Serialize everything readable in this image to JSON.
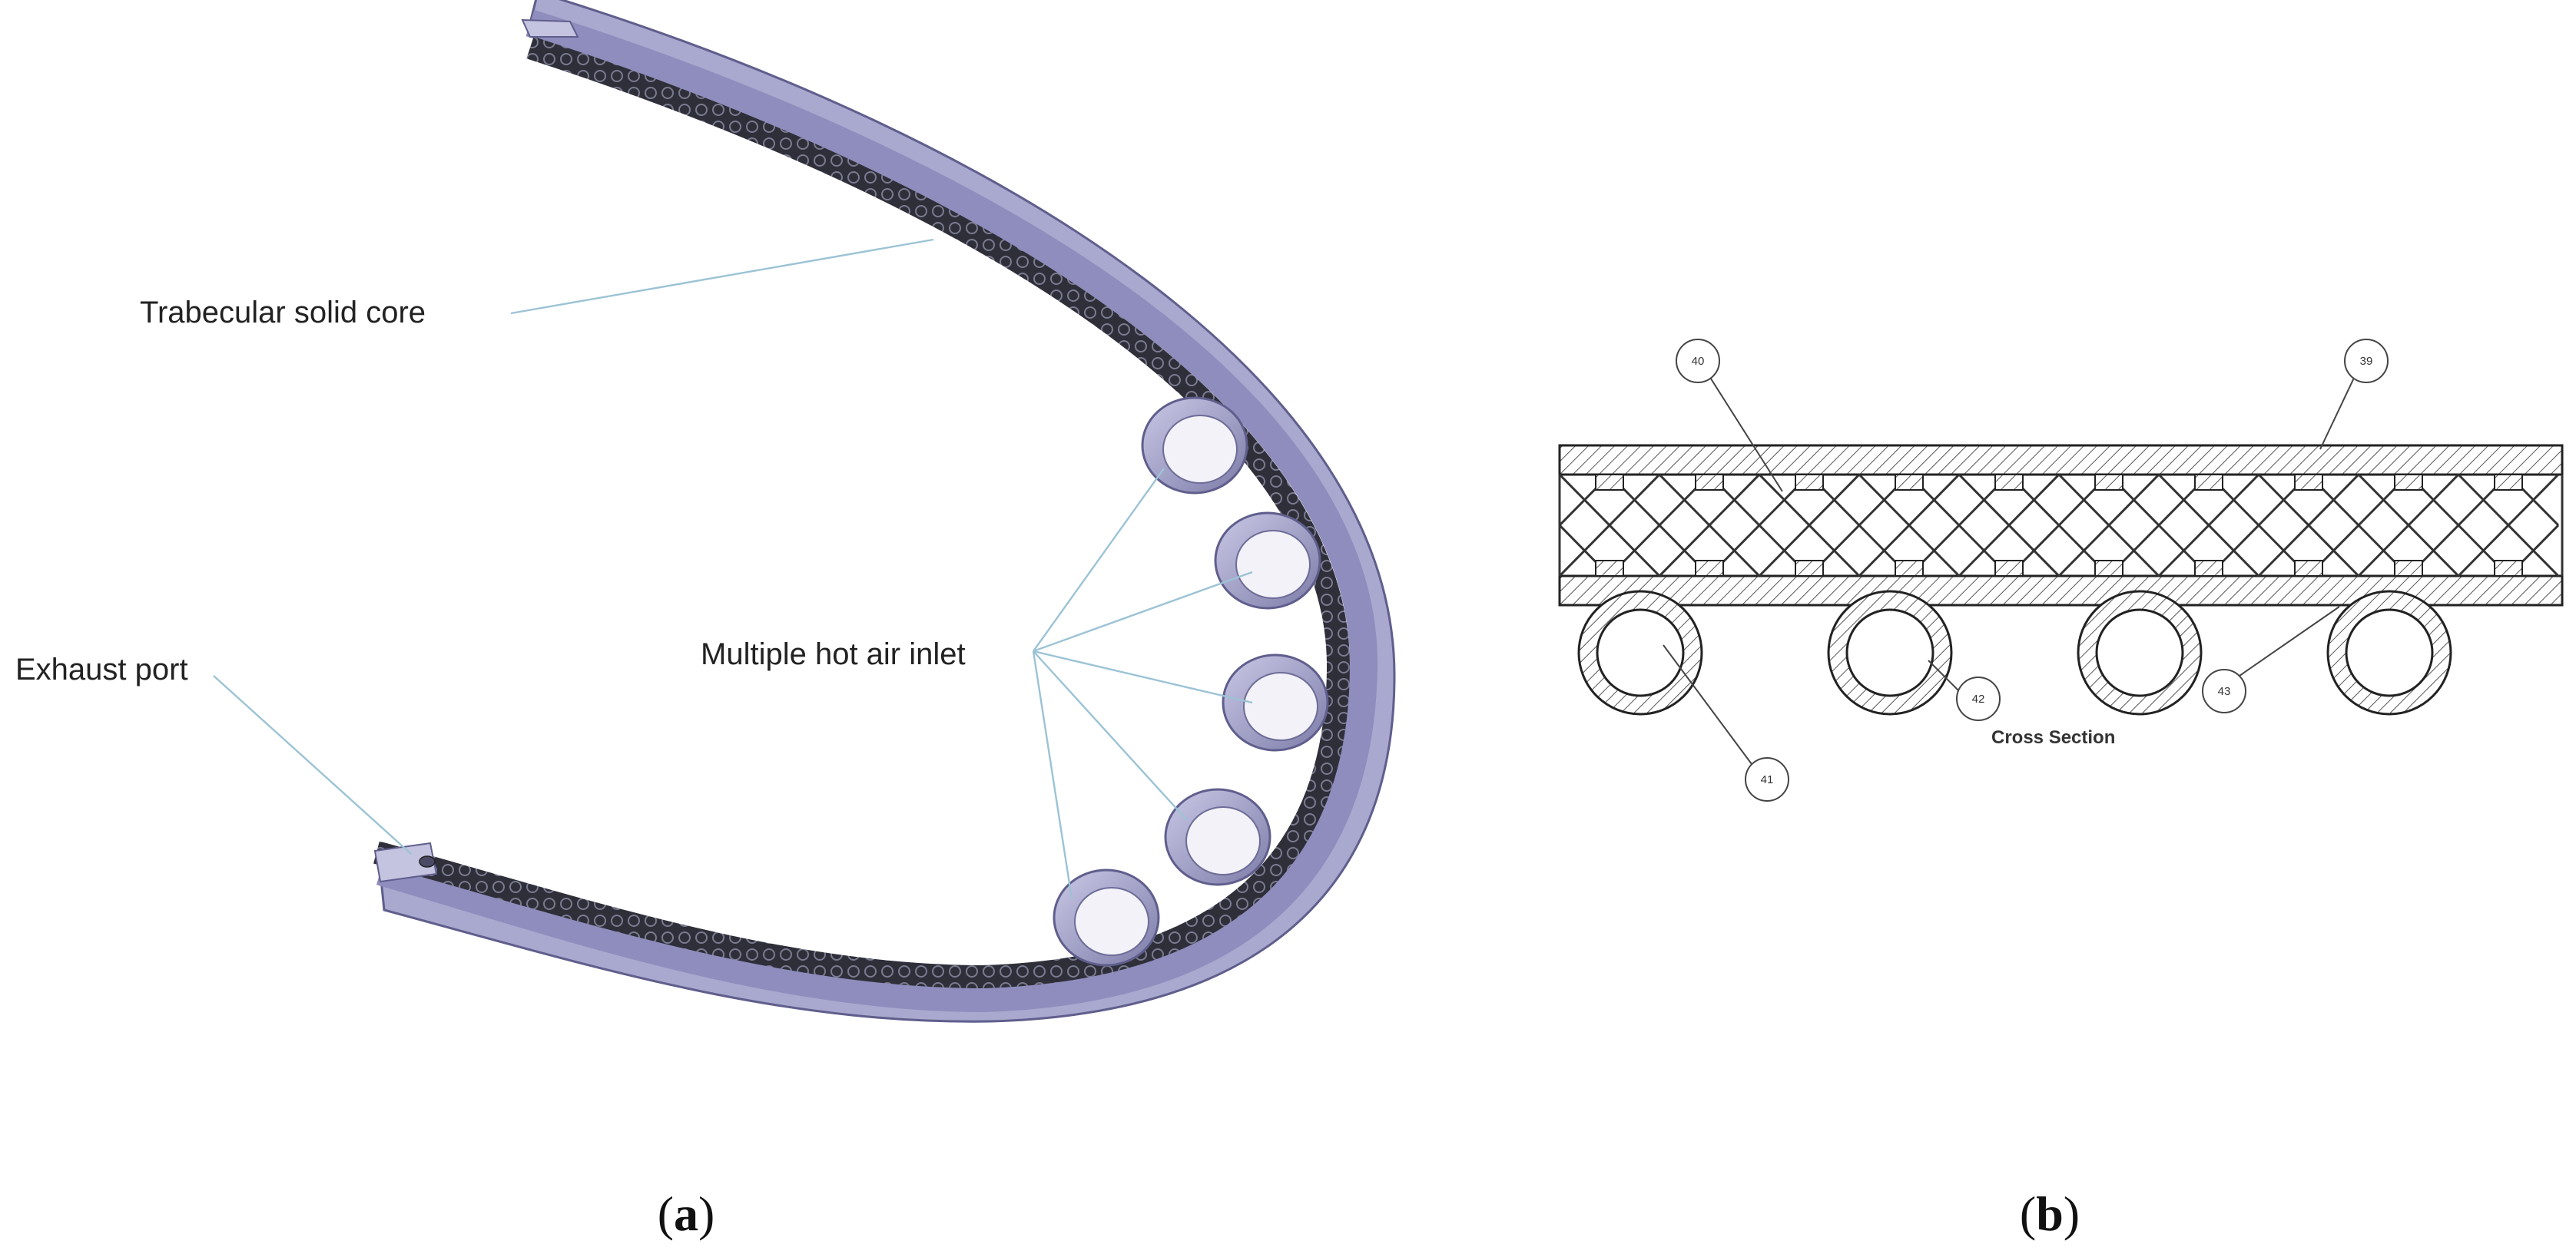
{
  "panel_a": {
    "label_open": "(",
    "label_letter": "a",
    "label_close": ")",
    "callouts": {
      "trabecular_core": "Trabecular solid core",
      "hot_air_inlet": "Multiple hot air inlet",
      "exhaust_port": "Exhaust port"
    },
    "colors": {
      "duct": "#a9a8cf",
      "duct_edge": "#5f5e8c",
      "core": "#2f2f3a",
      "leader": "#9cc3d5"
    }
  },
  "panel_b": {
    "label_open": "(",
    "label_letter": "b",
    "label_close": ")",
    "caption": "Cross Section",
    "balloons": [
      "40",
      "39",
      "42",
      "43",
      "41"
    ]
  }
}
